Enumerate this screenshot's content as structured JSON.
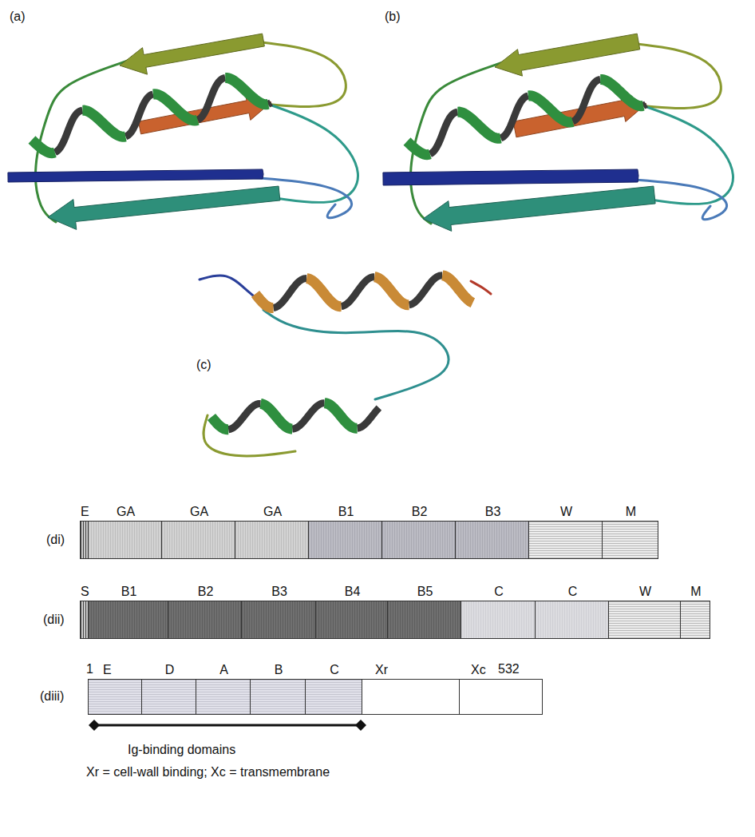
{
  "diagram": {
    "nodes": [
      {
        "text": [
          "E"
        ]
      },
      {
        "text": [
          "GA"
        ]
      },
      {
        "text": [
          "GA"
        ]
      },
      {
        "text": [
          "GA"
        ]
      },
      {
        "text": [
          "B1"
        ]
      },
      {
        "text": [
          "B2"
        ]
      },
      {
        "text": [
          "B3"
        ]
      },
      {
        "text": [
          "W"
        ]
      },
      {
        "text": [
          "M"
        ]
      },
      {
        "text": [
          "S"
        ]
      },
      {
        "text": [
          "B1"
        ]
      },
      {
        "text": [
          "B2"
        ]
      },
      {
        "text": [
          "B3"
        ]
      },
      {
        "text": [
          "B4"
        ]
      },
      {
        "text": [
          "B5"
        ]
      },
      {
        "text": [
          "C"
        ]
      },
      {
        "text": [
          "C"
        ]
      },
      {
        "text": [
          "W"
        ]
      },
      {
        "text": [
          "M"
        ]
      },
      {
        "text": [
          "E"
        ]
      },
      {
        "text": [
          "D"
        ]
      },
      {
        "text": [
          "A"
        ]
      },
      {
        "text": [
          "B"
        ]
      },
      {
        "text": [
          "C"
        ]
      },
      {
        "text": [
          "Xr"
        ]
      },
      {
        "text": [
          "Xc"
        ]
      }
    ],
    "labels": [
      "(a)",
      "(b)",
      "(c)",
      "(di)",
      "(dii)",
      "1",
      "532",
      "(diii)",
      "Ig-binding domains",
      "Xr = cell-wall binding; Xc = transmembrane"
    ]
  }
}
